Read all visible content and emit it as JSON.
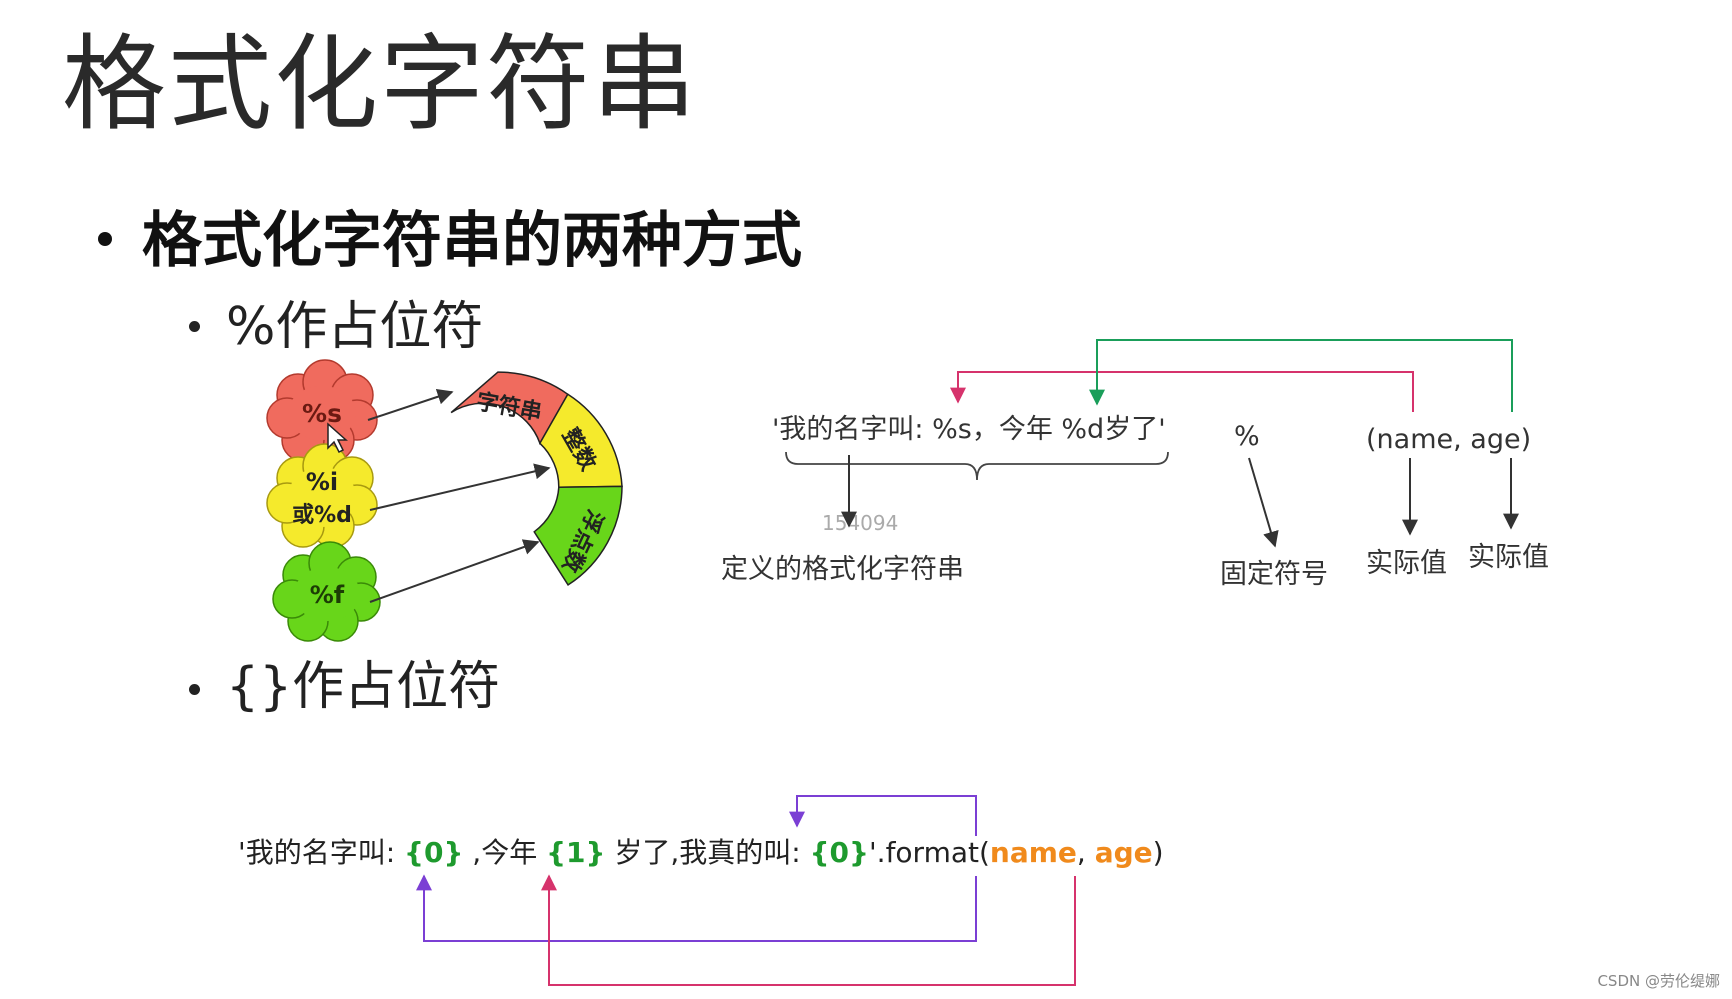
{
  "slide": {
    "title": "格式化字符串",
    "bullet1": "格式化字符串的两种方式",
    "bullet2": "%作占位符",
    "bullet3": "{}作占位符"
  },
  "percent_diagram": {
    "cloud_s": "%s",
    "cloud_i": "%i",
    "cloud_d": "或%d",
    "cloud_f": "%f",
    "band_string": "字符串",
    "band_int": "整数",
    "band_float": "浮点数",
    "colors": {
      "red": "#f06b5e",
      "yellow": "#f5ea2c",
      "green": "#68d61a"
    }
  },
  "percent_example": {
    "format_string": "'我的名字叫: %s，今年  %d岁了'",
    "percent_sign": "%",
    "args": "(name,    age)",
    "label_defined": "定义的格式化字符串",
    "label_fixed": "固定符号",
    "label_actual1": "实际值",
    "label_actual2": "实际值",
    "overlay_number": "154094"
  },
  "brace_example": {
    "part1": "'我的名字叫: ",
    "ph0a": "{0}",
    "part2": " ,今年 ",
    "ph1": "{1}",
    "part3": " 岁了,我真的叫:  ",
    "ph0b": "{0}",
    "part4": "'.format(",
    "arg_name": "name",
    "part5": ",    ",
    "arg_age": "age",
    "part6": ")"
  },
  "watermark": "CSDN @劳伦缇娜",
  "colors": {
    "arrow_pink": "#d6336c",
    "arrow_green": "#1a9e5a",
    "arrow_purple": "#7b3fd4",
    "placeholder_green": "#1e9a2e",
    "arg_orange": "#f08a1c"
  }
}
